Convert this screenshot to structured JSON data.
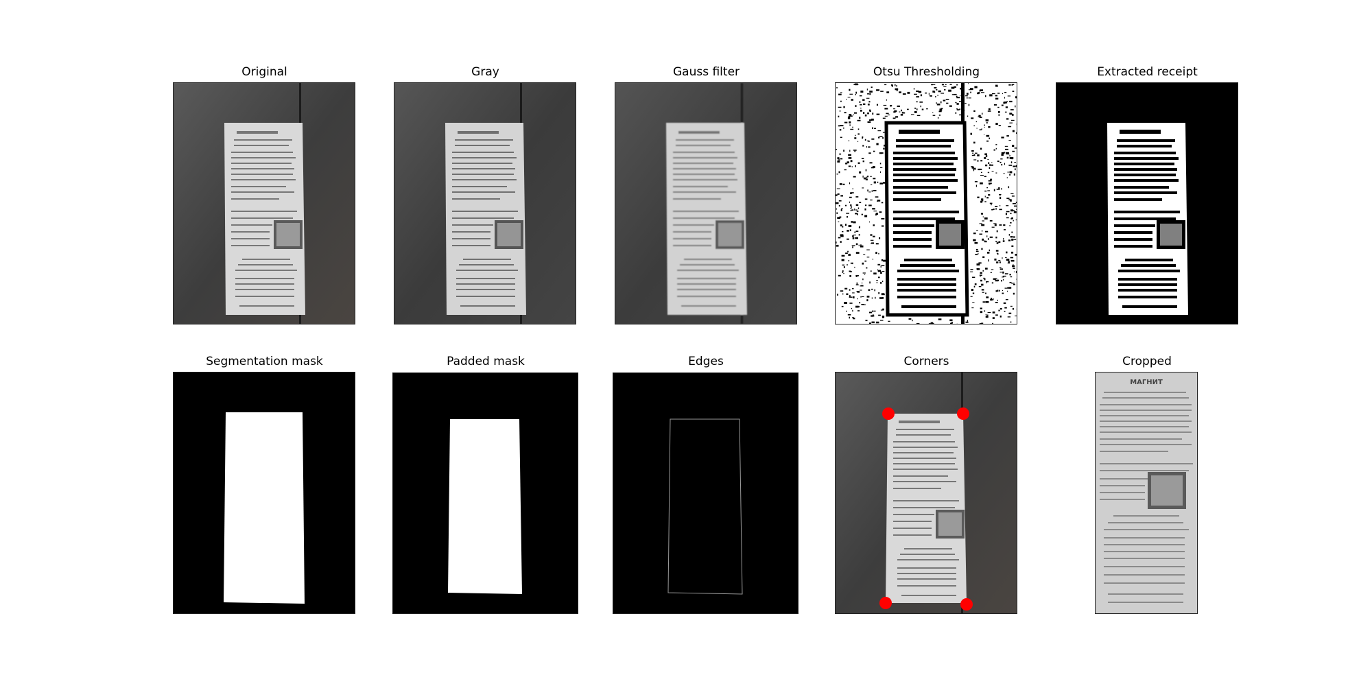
{
  "figure": {
    "panels": [
      {
        "id": "original",
        "title": "Original",
        "kind": "photo"
      },
      {
        "id": "gray",
        "title": "Gray",
        "kind": "photo-gray"
      },
      {
        "id": "gauss",
        "title": "Gauss filter",
        "kind": "photo-blur"
      },
      {
        "id": "otsu",
        "title": "Otsu Thresholding",
        "kind": "threshold"
      },
      {
        "id": "extracted",
        "title": "Extracted receipt",
        "kind": "extracted"
      },
      {
        "id": "segmentation",
        "title": "Segmentation mask",
        "kind": "mask"
      },
      {
        "id": "padded",
        "title": "Padded mask",
        "kind": "mask"
      },
      {
        "id": "edges",
        "title": "Edges",
        "kind": "edges"
      },
      {
        "id": "corners",
        "title": "Corners",
        "kind": "corners"
      },
      {
        "id": "cropped",
        "title": "Cropped",
        "kind": "cropped"
      }
    ],
    "receipt_header": "МАГНИТ",
    "corner_marker_color": "#ff0000",
    "background_color": "#3a3a3a",
    "receipt_color": "#d8d8d8"
  }
}
